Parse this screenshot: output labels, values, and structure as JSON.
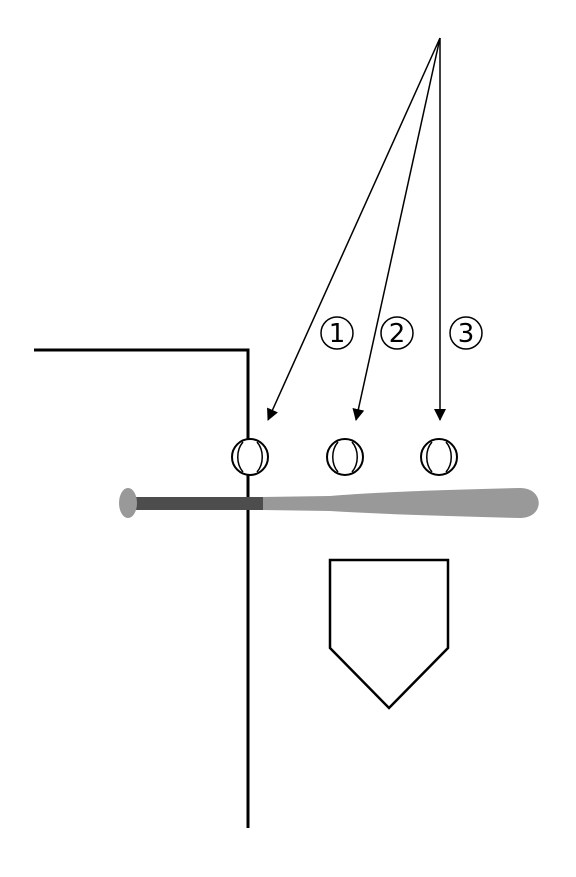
{
  "diagram": {
    "trajectories": [
      {
        "id": "1",
        "label": "1"
      },
      {
        "id": "2",
        "label": "2"
      },
      {
        "id": "3",
        "label": "3"
      }
    ],
    "colors": {
      "lines": "#000000",
      "background": "#ffffff",
      "bat_barrel": "#999999",
      "bat_handle": "#4d4d4d"
    }
  }
}
